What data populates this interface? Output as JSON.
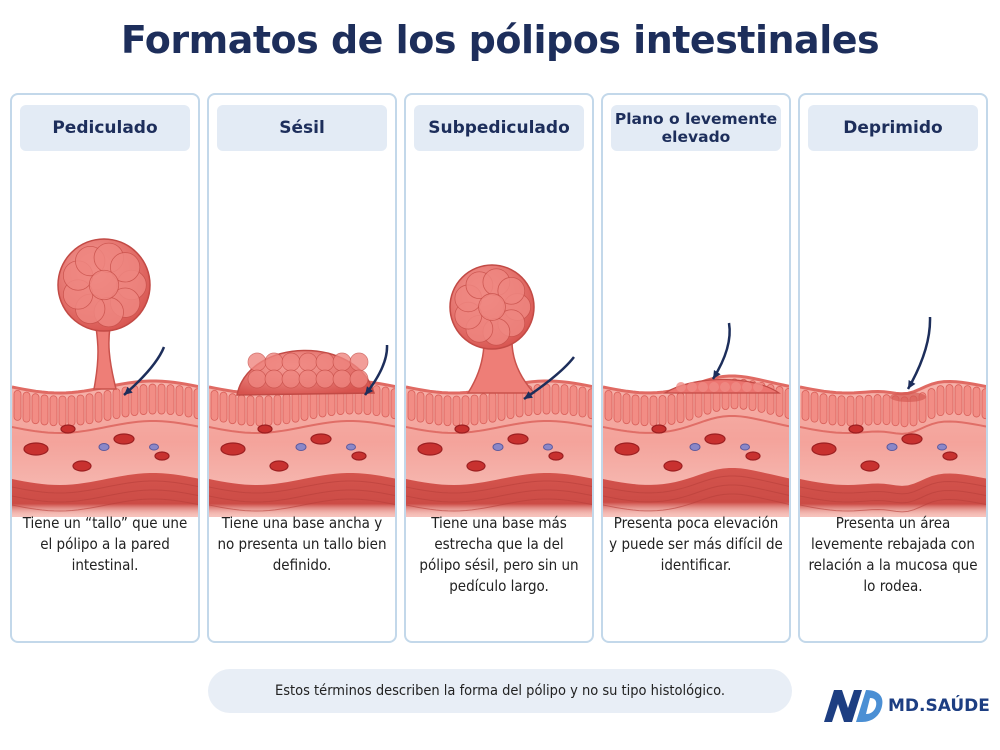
{
  "title": "Formatos de los pólipos intestinales",
  "panels": [
    {
      "label": "Pediculado",
      "description": "Tiene un “tallo” que une el pólipo a la pared intestinal."
    },
    {
      "label": "Sésil",
      "description": "Tiene una base ancha y no presenta un tallo bien definido."
    },
    {
      "label": "Subpediculado",
      "description": "Tiene una base más estrecha que la del pólipo sésil, pero sin un pedículo largo."
    },
    {
      "label": "Plano o levemente elevado",
      "description": "Presenta poca elevación y puede ser más difícil de identificar."
    },
    {
      "label": "Deprimido",
      "description": "Presenta un área levemente rebajada con relación a la mucosa que lo rodea."
    }
  ],
  "footer": "Estos términos describen la forma del pólipo y no su tipo histológico.",
  "brand": "MD.SAÚDE",
  "colors": {
    "title": "#1d2e5b",
    "panel_border": "#c3d8ea",
    "header_bg": "#e3ebf5",
    "tissue_light": "#f4a79f",
    "tissue_dark": "#d9574f",
    "polyp": "#ec7570",
    "arrow": "#1d2e5b",
    "brand_dark": "#1d3e82",
    "brand_light": "#4b8fd4"
  }
}
